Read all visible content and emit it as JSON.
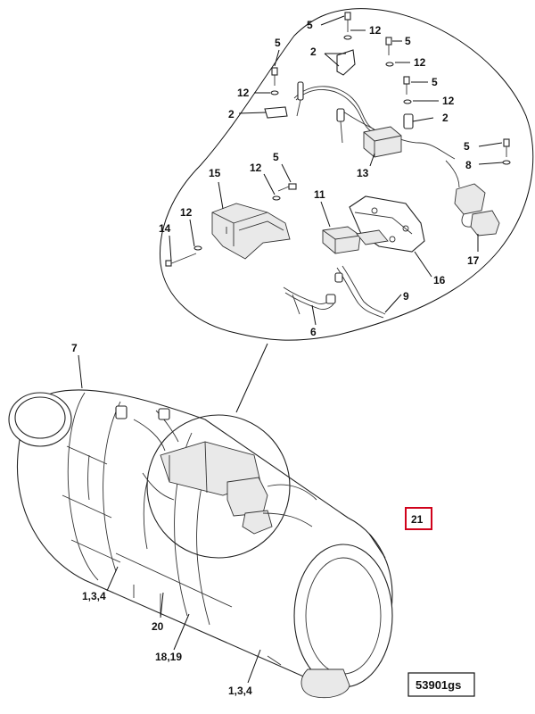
{
  "callouts": [
    {
      "id": "c5a",
      "text": "5"
    },
    {
      "id": "c12a",
      "text": "12"
    },
    {
      "id": "c2a",
      "text": "2"
    },
    {
      "id": "c5b",
      "text": "5"
    },
    {
      "id": "c5c",
      "text": "5"
    },
    {
      "id": "c12b",
      "text": "12"
    },
    {
      "id": "c12c",
      "text": "12"
    },
    {
      "id": "c2b",
      "text": "2"
    },
    {
      "id": "c5d",
      "text": "5"
    },
    {
      "id": "c12d",
      "text": "12"
    },
    {
      "id": "c2c",
      "text": "2"
    },
    {
      "id": "c5e",
      "text": "5"
    },
    {
      "id": "c13",
      "text": "13"
    },
    {
      "id": "c8",
      "text": "8"
    },
    {
      "id": "c15",
      "text": "15"
    },
    {
      "id": "c12e",
      "text": "12"
    },
    {
      "id": "c5f",
      "text": "5"
    },
    {
      "id": "c11",
      "text": "11"
    },
    {
      "id": "c12f",
      "text": "12"
    },
    {
      "id": "c14",
      "text": "14"
    },
    {
      "id": "c17",
      "text": "17"
    },
    {
      "id": "c16",
      "text": "16"
    },
    {
      "id": "c9",
      "text": "9"
    },
    {
      "id": "c6",
      "text": "6"
    },
    {
      "id": "c7",
      "text": "7"
    },
    {
      "id": "c21",
      "text": "21"
    },
    {
      "id": "c134a",
      "text": "1,3,4"
    },
    {
      "id": "c20",
      "text": "20"
    },
    {
      "id": "c1819",
      "text": "18,19"
    },
    {
      "id": "c134b",
      "text": "1,3,4"
    }
  ],
  "reference_code": "53901gs",
  "colors": {
    "line": "#111111",
    "highlight": "#d0021b"
  }
}
